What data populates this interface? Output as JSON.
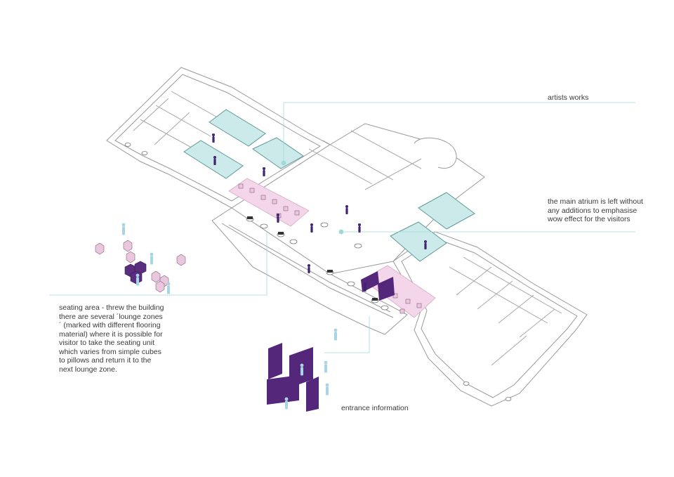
{
  "annotations": {
    "artists_works": "artists works",
    "main_atrium": "the main atrium is left without any additions to emphasise wow effect for the visitors",
    "seating_area": "seating area - threw the building there are several ´lounge zones´ (marked with different flooring material) where it is possible for visitor to take the seating unit which varies from simple cubes to pillows and return it to the next lounge zone.",
    "entrance_information": "entrance information"
  },
  "colors": {
    "walls": "#9a9a9a",
    "artists_rooms": "#cdeaea",
    "artists_rooms_edge": "#5d9a9a",
    "lounge_floor": "#f3d6ea",
    "seating_cube": "#e9c8de",
    "seating_cube_dark": "#5a2d7e",
    "entrance_panels": "#55277a",
    "leader_lines": "#9fd9dc",
    "people_visitors": "#a9d4e6",
    "people_staff": "#3f2470"
  }
}
